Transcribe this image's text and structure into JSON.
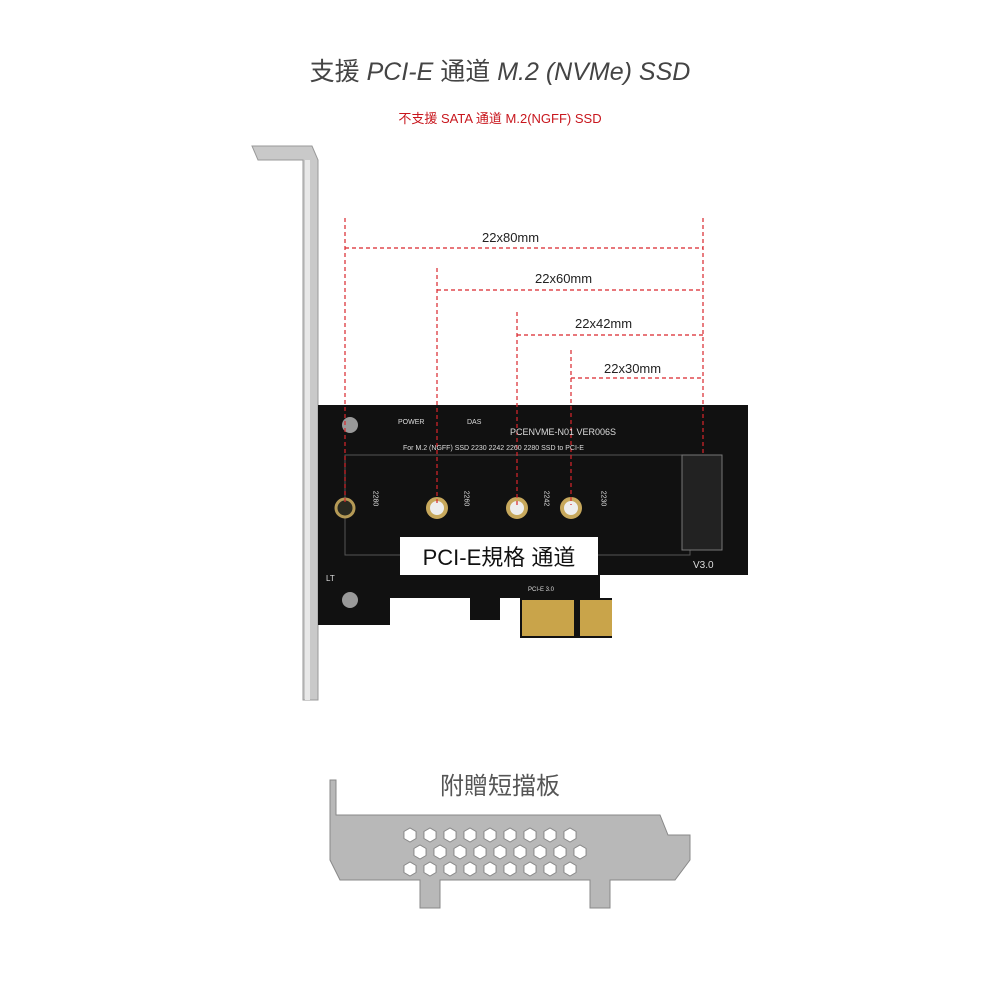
{
  "title": {
    "prefix": "支援 ",
    "pcie": "PCI-E",
    "mid": " 通道 ",
    "rest": "M.2 (NVMe) SSD"
  },
  "subtitle": "不支援 SATA 通道 M.2(NGFF) SSD",
  "dimensions": [
    "22x80mm",
    "22x60mm",
    "22x42mm",
    "22x30mm"
  ],
  "board": {
    "model": "PCENVME-N01 VER006S",
    "description": "For M.2 (NGFF) SSD 2230 2242 2260 2280 SSD to PCI-E",
    "power": "POWER",
    "das": "DAS",
    "slots": [
      "2280",
      "2260",
      "2242",
      "2230"
    ],
    "version": "V3.0",
    "lt": "LT",
    "pcie_ver": "PCI-E 3.0"
  },
  "callout": "PCI-E規格  通道",
  "accessory_caption": "附贈短擋板",
  "colors": {
    "dimension_line": "#d9262c",
    "pcb": "#111111",
    "subtitle": "#c8161d"
  }
}
